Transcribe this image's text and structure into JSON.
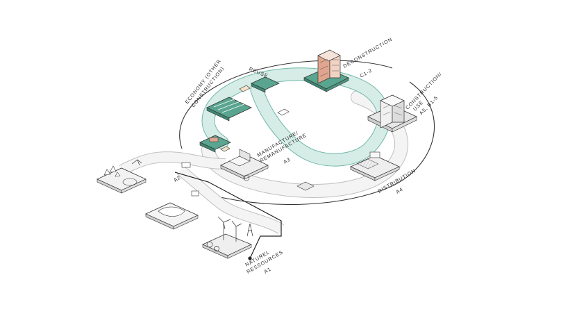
{
  "diagram": {
    "stages": {
      "deconstruction": {
        "name": "DECONSTRUCTION",
        "code": "C1-2"
      },
      "construction": {
        "name_line1": "CONSTRUCTION/",
        "name_line2": "USE",
        "code": "A5, B1-5"
      },
      "distribution": {
        "name": "DISTRIBUTION",
        "code": "A4"
      },
      "manufacture": {
        "name_line1": "MANUFACTURE/",
        "name_line2": "REMANUFACTURE",
        "code": "A3"
      },
      "transport": {
        "code": "A2"
      },
      "natural_resources": {
        "name_line1": "NATUREL",
        "name_line2": "RESSOURCES",
        "code": "A1"
      },
      "reuse": {
        "name": "REUSE"
      },
      "economy": {
        "name_line1": "ECONOMY (OTHER",
        "name_line2": "CONSTRUCTION)"
      }
    },
    "colors": {
      "loop_fill": "#d6ece6",
      "loop_stroke": "#6fb8a8",
      "building_accent": "#e0a58e",
      "platform_green": "#5aa58f",
      "line": "#333333"
    }
  }
}
